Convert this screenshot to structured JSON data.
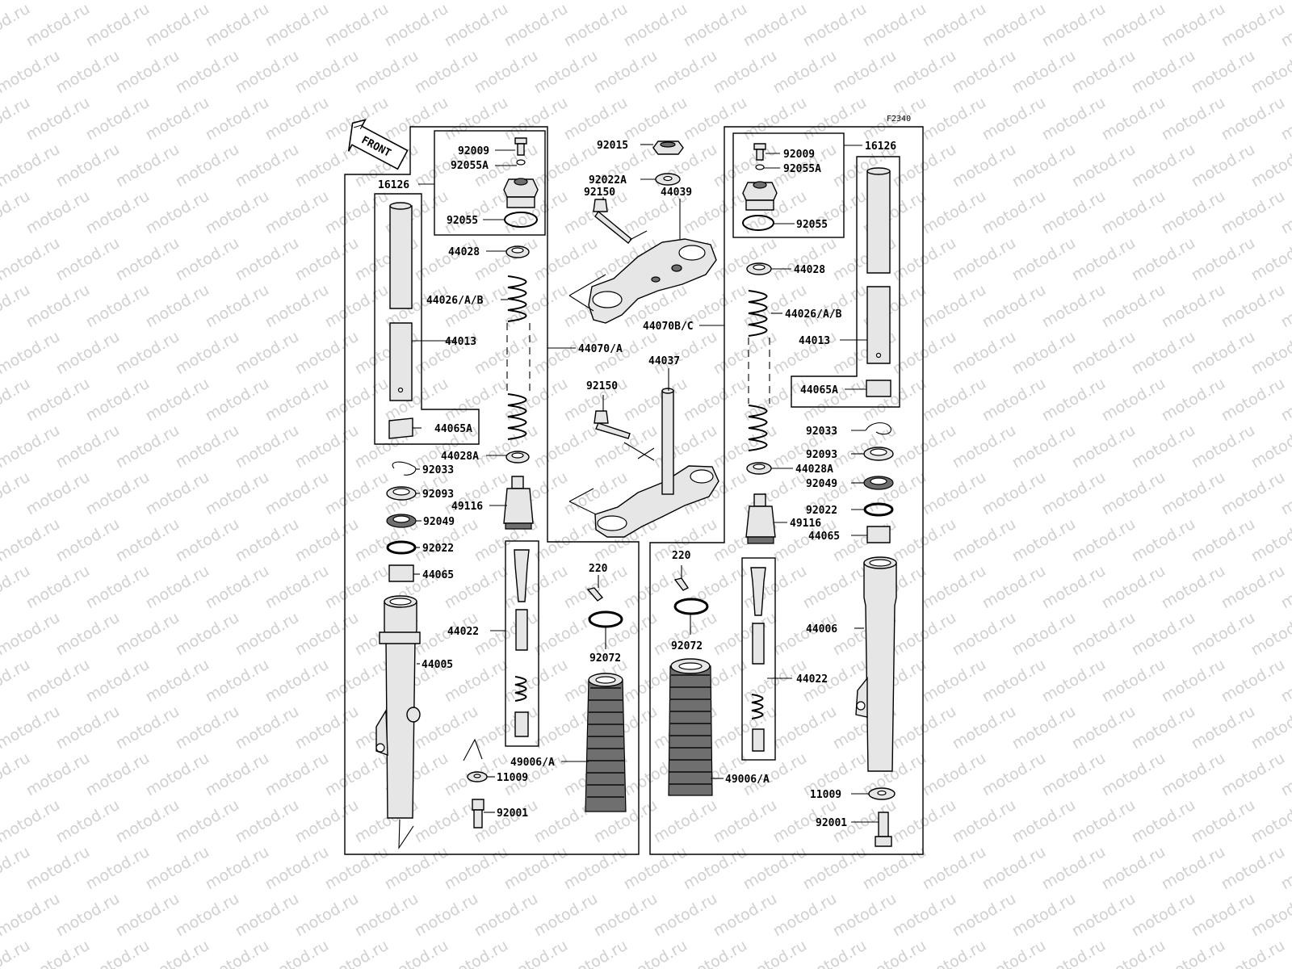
{
  "watermark": "motod.ru",
  "diagram_code": "F2340",
  "front_label": "FRONT",
  "labels": {
    "p92015": "92015",
    "p92022A": "92022A",
    "p92150_top": "92150",
    "p44039": "44039",
    "p44070BC": "44070B/C",
    "p44070A": "44070/A",
    "p44037": "44037",
    "p92150_mid": "92150",
    "L_92009": "92009",
    "L_92055A": "92055A",
    "L_16126": "16126",
    "L_92055": "92055",
    "L_44028": "44028",
    "L_44026": "44026/A/B",
    "L_44013": "44013",
    "L_44065A": "44065A",
    "L_44028A": "44028A",
    "L_92033": "92033",
    "L_92093": "92093",
    "L_49116": "49116",
    "L_92049": "92049",
    "L_92022": "92022",
    "L_44065": "44065",
    "L_44022": "44022",
    "L_44005": "44005",
    "L_220": "220",
    "L_92072": "92072",
    "L_49006": "49006/A",
    "L_11009": "11009",
    "L_92001": "92001",
    "R_92009": "92009",
    "R_92055A": "92055A",
    "R_16126": "16126",
    "R_92055": "92055",
    "R_44028": "44028",
    "R_44026": "44026/A/B",
    "R_44013": "44013",
    "R_44065A": "44065A",
    "R_92033": "92033",
    "R_92093": "92093",
    "R_44028A": "44028A",
    "R_92049": "92049",
    "R_49116": "49116",
    "R_92022": "92022",
    "R_44065": "44065",
    "R_220": "220",
    "R_92072": "92072",
    "R_44006": "44006",
    "R_44022": "44022",
    "R_49006": "49006/A",
    "R_11009": "11009",
    "R_92001": "92001"
  }
}
